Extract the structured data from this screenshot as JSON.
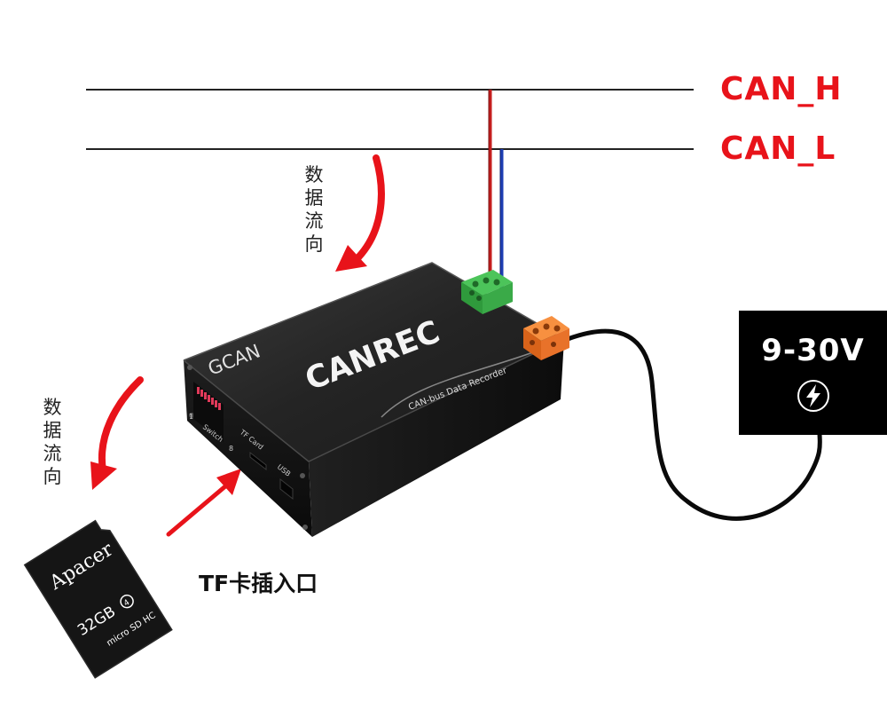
{
  "bus": {
    "high_label": "CAN_H",
    "low_label": "CAN_L"
  },
  "flow_label_upper": [
    "数",
    "据",
    "流",
    "向"
  ],
  "flow_label_lower": [
    "数",
    "据",
    "流",
    "向"
  ],
  "device": {
    "brand": "GCAN",
    "model": "CANREC",
    "subtitle": "CAN-bus Data Recorder",
    "switch_label": "Switch",
    "switch_start": "1",
    "switch_end": "8",
    "card_slot_label": "TF Card",
    "usb_label": "USB"
  },
  "sd_card": {
    "brand": "Apacer",
    "capacity": "32GB",
    "type": "micro SD HC",
    "class": "4"
  },
  "tf_label": "TF卡插入口",
  "power": {
    "voltage": "9-30V",
    "icon": "lightning-bolt-icon"
  },
  "colors": {
    "accent_red": "#e8131a",
    "wire_red": "#c41e1e",
    "wire_blue": "#1e3fb4",
    "terminal_green": "#3cb54a",
    "terminal_orange": "#f07a2c",
    "device_body": "#141414"
  }
}
